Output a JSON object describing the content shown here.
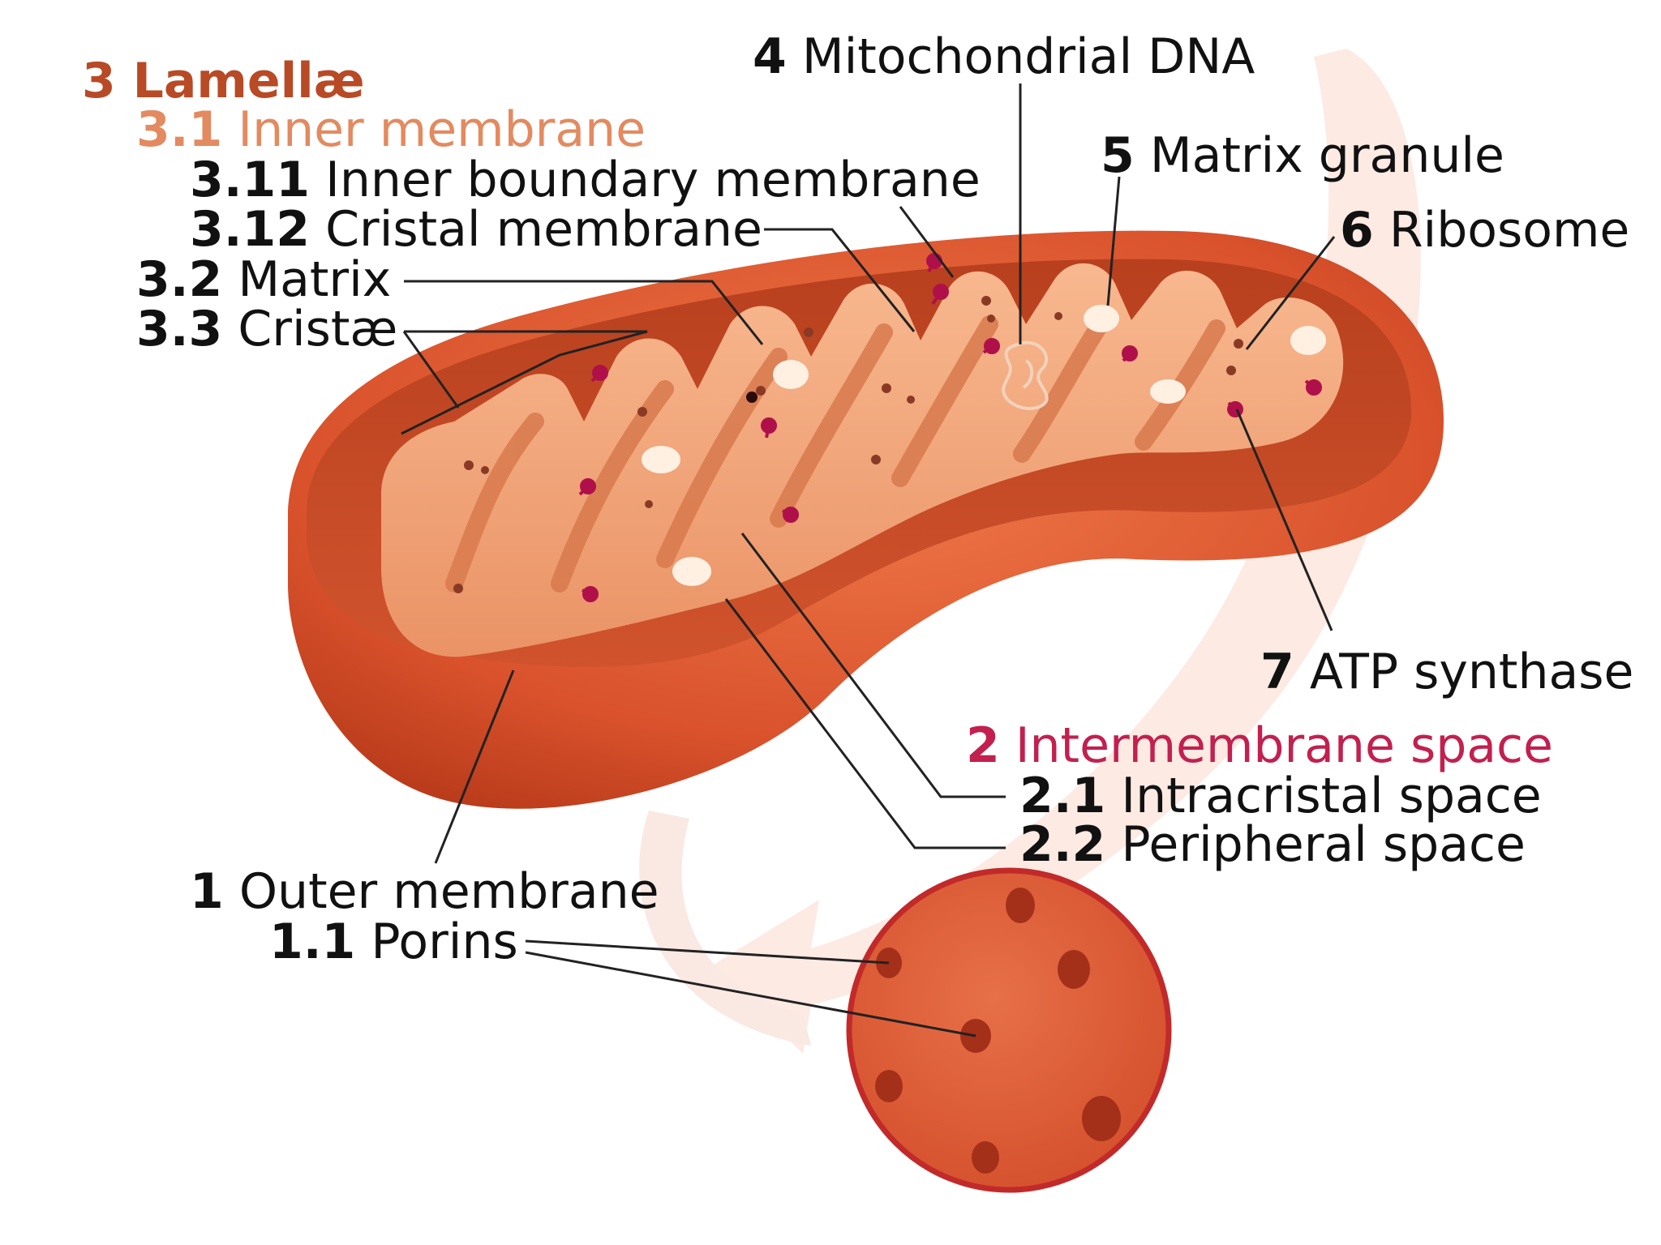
{
  "labels": {
    "lamellae": "3 Lamellæ",
    "inner_membrane": {
      "num": "3.1",
      "text": "Inner membrane"
    },
    "inner_boundary_membrane": {
      "num": "3.11",
      "text": "Inner boundary membrane"
    },
    "cristal_membrane": {
      "num": "3.12",
      "text": "Cristal membrane"
    },
    "matrix": {
      "num": "3.2",
      "text": "Matrix"
    },
    "cristae": {
      "num": "3.3",
      "text": "Cristæ"
    },
    "mitochondrial_dna": {
      "num": "4",
      "text": "Mitochondrial DNA"
    },
    "matrix_granule": {
      "num": "5",
      "text": "Matrix granule"
    },
    "ribosome": {
      "num": "6",
      "text": "Ribosome"
    },
    "atp_synthase": {
      "num": "7",
      "text": "ATP synthase"
    },
    "intermembrane_space": {
      "num": "2",
      "text": "Intermembrane space"
    },
    "intracristal_space": {
      "num": "2.1",
      "text": "Intracristal space"
    },
    "peripheral_space": {
      "num": "2.2",
      "text": "Peripheral space"
    },
    "outer_membrane": {
      "num": "1",
      "text": "Outer membrane"
    },
    "porins": {
      "num": "1.1",
      "text": "Porins"
    }
  },
  "colors": {
    "outer_shell": "#d9522c",
    "outer_shell_dark": "#b83a1a",
    "inner_fold": "#f3a072",
    "inner_fold_light": "#f8b88f",
    "intermembrane": "#c4421f",
    "atp_synthase": "#b0104a",
    "ribosome": "#8a3a24",
    "granule": "#fff0e2",
    "leader_line": "#222222",
    "lamellae_text": "#b84a26",
    "inner_membrane_text": "#e38a60",
    "intermembrane_text": "#c2204f"
  }
}
